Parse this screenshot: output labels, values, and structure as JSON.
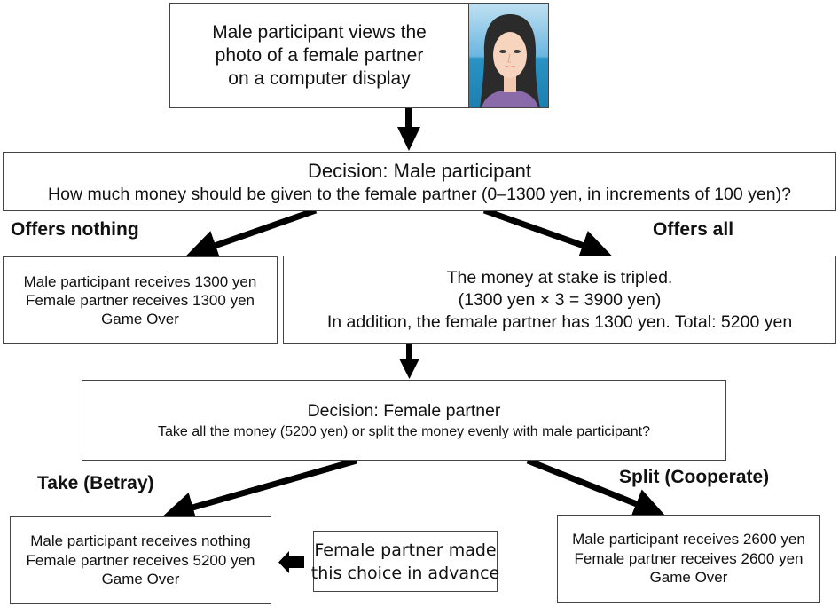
{
  "start": {
    "lines": [
      "Male participant views the",
      "photo of a female partner",
      "on a computer display"
    ],
    "photo_icon": "female-portrait-illustration"
  },
  "male_decision": {
    "title": "Decision: Male participant",
    "question": "How much money should be given to the female partner (0–1300 yen, in increments of 100 yen)?"
  },
  "branch_labels": {
    "offers_nothing": "Offers nothing",
    "offers_all": "Offers all",
    "take": "Take (Betray)",
    "split": "Split (Cooperate)"
  },
  "outcome_nothing": {
    "lines": [
      "Male participant receives 1300 yen",
      "Female partner receives 1300 yen",
      "Game Over"
    ]
  },
  "outcome_all": {
    "lines": [
      "The money at stake is tripled.",
      "(1300 yen × 3 = 3900 yen)",
      "In addition, the female partner has 1300 yen. Total: 5200 yen"
    ]
  },
  "female_decision": {
    "title": "Decision: Female partner",
    "question": "Take all the money (5200 yen) or split the money evenly with male participant?"
  },
  "outcome_take": {
    "lines": [
      "Male participant receives nothing",
      "Female partner receives 5200 yen",
      "Game Over"
    ]
  },
  "advance_note": {
    "lines": [
      "Female partner made",
      "this choice in advance"
    ]
  },
  "outcome_split": {
    "lines": [
      "Male participant receives 2600 yen",
      "Female partner receives 2600 yen",
      "Game Over"
    ]
  }
}
